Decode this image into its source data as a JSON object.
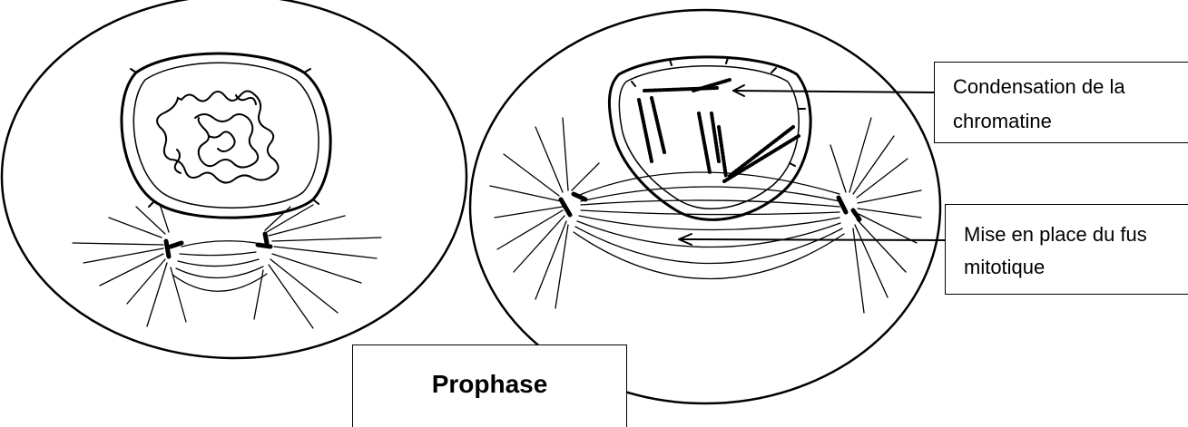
{
  "labels": {
    "chromatine_line1": "Condensation de la",
    "chromatine_line2": "chromatine",
    "fus_line1": "Mise en place du fus",
    "fus_line2": "mitotique"
  },
  "title": "Prophase"
}
